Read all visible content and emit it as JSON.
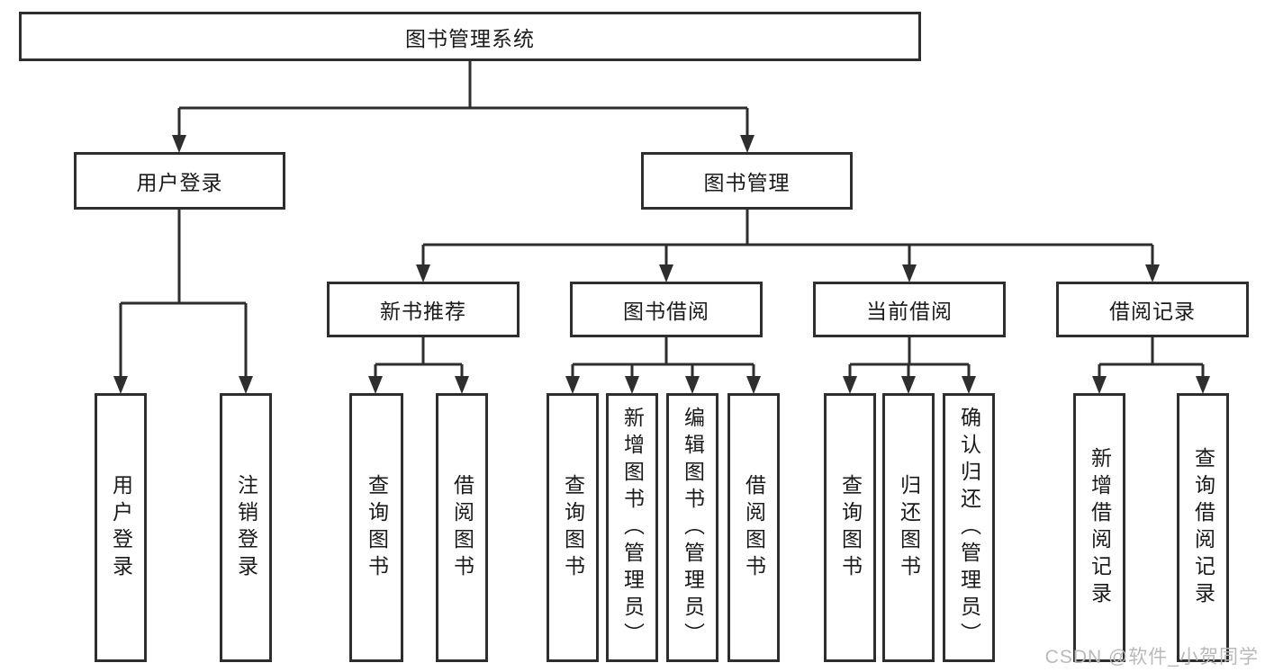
{
  "colors": {
    "line": "#2e2e2e",
    "text": "#1a1a1a",
    "background": "#ffffff",
    "watermark": "#b9b9b9"
  },
  "diagram": {
    "root": {
      "label": "图书管理系统"
    },
    "level2": [
      {
        "label": "用户登录"
      },
      {
        "label": "图书管理"
      }
    ],
    "level3": [
      {
        "label": "新书推荐"
      },
      {
        "label": "图书借阅"
      },
      {
        "label": "当前借阅"
      },
      {
        "label": "借阅记录"
      }
    ],
    "leaves": {
      "user_login": [
        "用户登录",
        "注销登录"
      ],
      "new_book_recommend": [
        "查询图书",
        "借阅图书"
      ],
      "book_borrow": [
        "查询图书",
        "新增图书（管理员）",
        "编辑图书（管理员）",
        "借阅图书"
      ],
      "current_borrow": [
        "查询图书",
        "归还图书",
        "确认归还（管理员）"
      ],
      "borrow_record": [
        "新增借阅记录",
        "查询借阅记录"
      ]
    }
  },
  "watermark": {
    "text": "CSDN @软件_小贺同学"
  }
}
